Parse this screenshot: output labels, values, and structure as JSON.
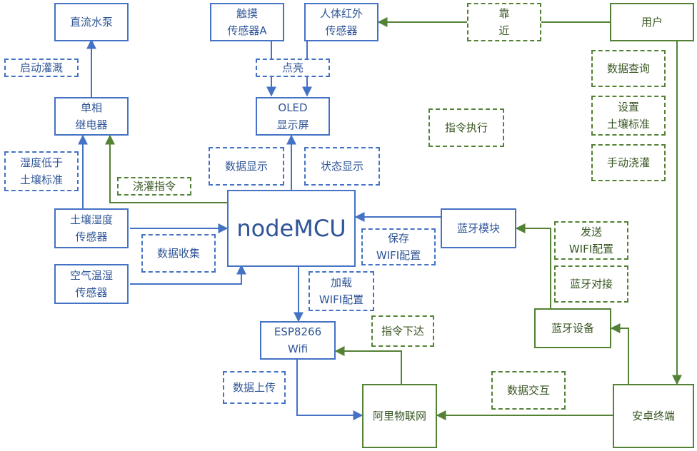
{
  "colors": {
    "blue": "#4472c4",
    "green": "#548235",
    "blue_text": "#2f5597",
    "green_text": "#385723"
  },
  "nodes": {
    "pump": "直流水泵",
    "touch": "触摸\n传感器A",
    "pir": "人体红外\n传感器",
    "user": "用户",
    "relay": "单相\n继电器",
    "oled": "OLED\n显示屏",
    "soil": "土壤湿度\n传感器",
    "mcu": "nodeMCU",
    "bt_module": "蓝牙模块",
    "air": "空气温湿\n传感器",
    "bt_device": "蓝牙设备",
    "esp": "ESP8266\nWifi",
    "aliyun": "阿里物联网",
    "android": "安卓终端"
  },
  "labels": {
    "near": "靠\n近",
    "start_irrigation": "启动灌溉",
    "light_up": "点亮",
    "data_query": "数据查询",
    "command_exec": "指令执行",
    "set_standard": "设置\n土壤标准",
    "humidity_low": "湿度低于\n土壤标准",
    "data_display": "数据显示",
    "status_display": "状态显示",
    "manual_irrigation": "手动浇灌",
    "irrigation_cmd": "浇灌指令",
    "save_wifi": "保存\nWIFI配置",
    "send_wifi": "发送\nWIFI配置",
    "data_collect": "数据收集",
    "load_wifi": "加载\nWIFI配置",
    "bt_pair": "蓝牙对接",
    "cmd_issue": "指令下达",
    "data_upload": "数据上传",
    "data_exchange": "数据交互"
  }
}
